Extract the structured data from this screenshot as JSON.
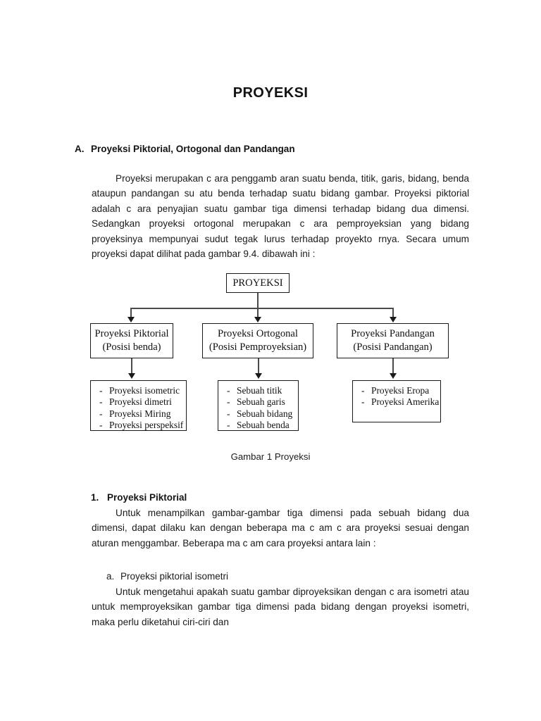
{
  "document": {
    "title": "PROYEKSI"
  },
  "section_a": {
    "marker": "A.",
    "heading": "Proyeksi Piktorial, Ortogonal dan Pandangan",
    "paragraph": "Proyeksi merupakan c ara penggamb aran suatu benda, titik, garis, bidang, benda ataupun pandangan su atu benda terhadap suatu bidang gambar.  Proyeksi  piktorial  adalah    c ara penyajian suatu gambar tiga dimensi terhadap bidang dua dimensi. Sedangkan proyeksi ortogonal merupakan c ara pemproyeksian yang bidang proyeksinya mempunyai sudut tegak lurus terhadap proyekto rnya. Secara umum proyeksi dapat dilihat pada gambar 9.4. dibawah ini :"
  },
  "figure": {
    "caption": "Gambar 1 Proyeksi",
    "root": {
      "label": "PROYEKSI"
    },
    "branches": [
      {
        "title": "Proyeksi Piktorial",
        "subtitle": "(Posisi benda)",
        "items": [
          "Proyeksi isometric",
          "Proyeksi dimetri",
          "Proyeksi Miring",
          "Proyeksi perspeksif"
        ]
      },
      {
        "title": "Proyeksi Ortogonal",
        "subtitle": "(Posisi Pemproyeksian)",
        "items": [
          "Sebuah titik",
          "Sebuah garis",
          "Sebuah bidang",
          "Sebuah benda"
        ]
      },
      {
        "title": "Proyeksi Pandangan",
        "subtitle": "(Posisi Pandangan)",
        "items": [
          "Proyeksi Eropa",
          "Proyeksi Amerika"
        ]
      }
    ],
    "bullet_dash": "-"
  },
  "section_1": {
    "marker": "1.",
    "heading": "Proyeksi Piktorial",
    "paragraph": "Untuk menampilkan gambar-gambar tiga  dimensi pada sebuah bidang dua dimensi, dapat dilaku kan dengan beberapa ma c am c ara proyeksi sesuai dengan aturan menggambar. Beberapa ma c am cara proyeksi antara lain :"
  },
  "section_a_sub": {
    "marker": "a.",
    "heading": "Proyeksi piktorial isometri",
    "paragraph": "Untuk  mengetahui  apakah  suatu   gambar diproyeksikan dengan c ara isometri atau untuk memproyeksikan gambar tiga dimensi pada bidang dengan proyeksi isometri, maka perlu diketahui ciri-ciri  dan"
  }
}
